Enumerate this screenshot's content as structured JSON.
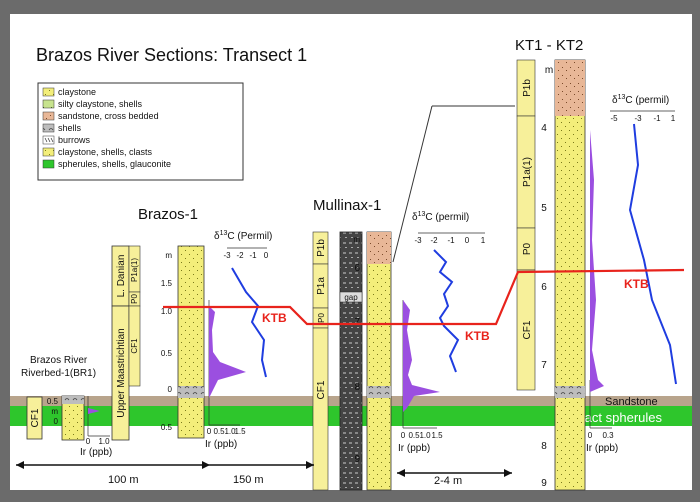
{
  "title": "Brazos River Sections: Transect 1",
  "legend": [
    {
      "label": "claystone",
      "color": "#f3ee7a"
    },
    {
      "label": "silty claystone, shells",
      "color": "#c7e38e"
    },
    {
      "label": "sandstone, cross bedded",
      "color": "#e8b797"
    },
    {
      "label": "shells",
      "color": "#bdbdbd"
    },
    {
      "label": "burrows",
      "color": "#ffffff"
    },
    {
      "label": "claystone, shells, clasts",
      "color": "#efe57a"
    },
    {
      "label": "spherules, shells, glauconite",
      "color": "#2ec62c"
    }
  ],
  "sections": {
    "br1": {
      "name": "Brazos River\nRiverbed-1(BR1)",
      "name_line1": "Brazos River",
      "name_line2": "Riverbed-1(BR1)",
      "zone": "CF1",
      "ticks": [
        "0.5",
        "m",
        "0"
      ],
      "ir_label": "Ir (ppb)",
      "ir_ticks": [
        "0",
        "1.0"
      ]
    },
    "brazos1": {
      "name": "Brazos-1",
      "stage_upper": "L. Danian",
      "stage_lower": "Upper Maastrichtian",
      "zones": [
        "P1a(1)",
        "P0",
        "CF1"
      ],
      "ticks": [
        "m",
        "1.5",
        "1.0",
        "0.5",
        "0",
        "0.5"
      ],
      "ir_label": "Ir (ppb)",
      "ir_ticks": [
        "0",
        "0.5",
        "1.0",
        "1.5"
      ],
      "d13c_label": "δ13C (Permil)",
      "d13c_ticks": [
        "-3",
        "-2",
        "-1",
        "0"
      ]
    },
    "mullinax1": {
      "name": "Mullinax-1",
      "zones": [
        "P1b",
        "P1a",
        "P0",
        "CF1"
      ],
      "ticks": [
        "m",
        "6",
        "7",
        "8",
        "9"
      ],
      "gap_label": "gap",
      "ir_label": "Ir (ppb)",
      "ir_ticks": [
        "0",
        "0.5",
        "1.0",
        "1.5"
      ],
      "d13c_label": "δ13C (permil)",
      "d13c_ticks": [
        "-3",
        "-2",
        "-1",
        "0",
        "1"
      ]
    },
    "kt1kt2": {
      "name": "KT1 - KT2",
      "zones": [
        "P1b",
        "P1a(1)",
        "P0",
        "CF1"
      ],
      "ticks": [
        "m",
        "4",
        "5",
        "6",
        "7",
        "8",
        "9"
      ],
      "ir_label": "Ir (ppb)",
      "ir_ticks": [
        "0",
        "0.3"
      ],
      "d13c_label": "δ13C (permil)",
      "d13c_ticks": [
        "-5",
        "-3",
        "-1",
        "1"
      ]
    }
  },
  "ktb_label": "KTB",
  "bands": {
    "sandstone": "Sandstone",
    "spherules": "Impact spherules"
  },
  "distances": [
    "100 m",
    "150 m",
    "2-4 m"
  ],
  "colors": {
    "background": "#6b6b6b",
    "panel": "#ffffff",
    "ktb": "#e8231c",
    "d13c": "#1f3de0",
    "iridium": "#9b4fe0",
    "spherules": "#2ec62c",
    "sandstone": "#b8a48c"
  }
}
